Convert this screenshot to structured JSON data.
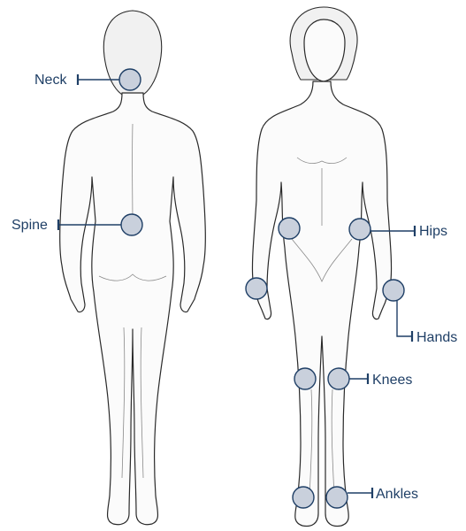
{
  "labels": {
    "neck": "Neck",
    "spine": "Spine",
    "hips": "Hips",
    "hands": "Hands",
    "knees": "Knees",
    "ankles": "Ankles"
  },
  "colors": {
    "label": "#1f3f66",
    "joint_fill": "#c9d0dc",
    "joint_stroke": "#1f3f66"
  }
}
